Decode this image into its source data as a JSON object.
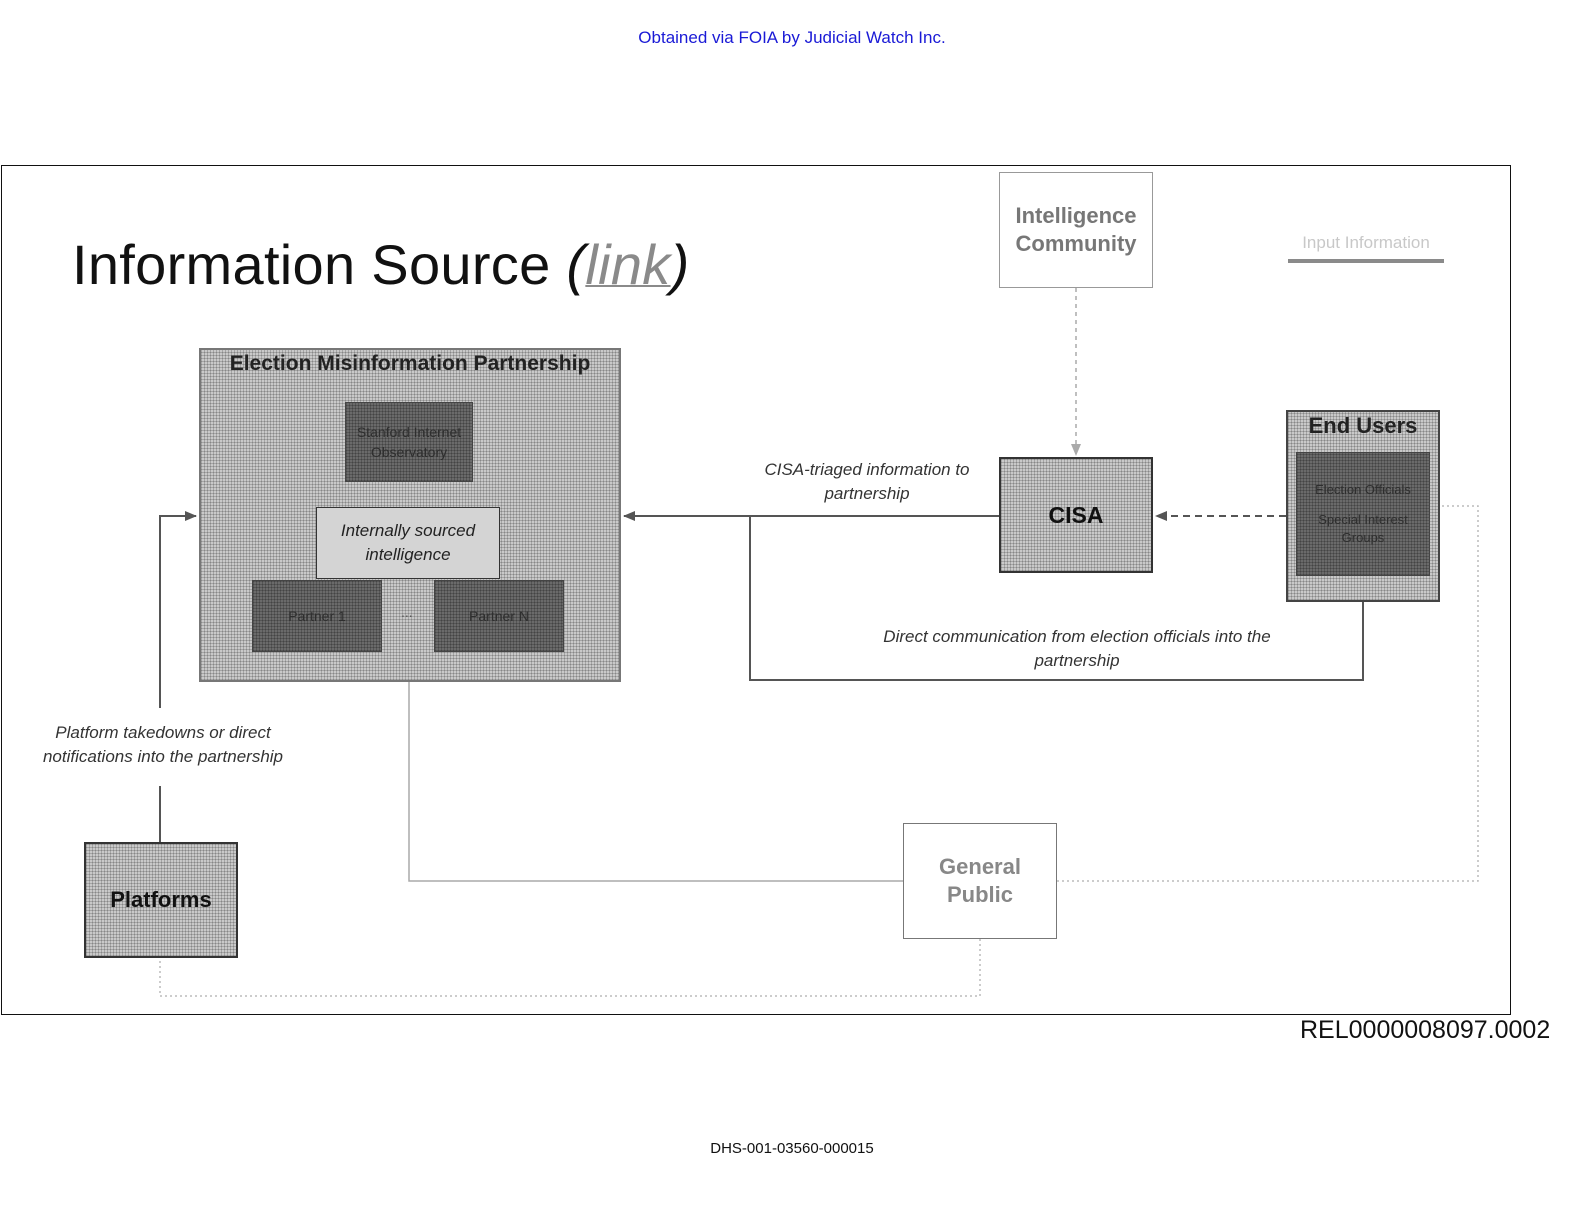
{
  "header": {
    "foia_notice": "Obtained via FOIA by Judicial Watch Inc."
  },
  "slide": {
    "title": "Information Source",
    "title_paren_open": "(",
    "title_link": "link",
    "title_paren_close": ")",
    "legend_label": "Input Information"
  },
  "nodes": {
    "emp": {
      "title": "Election Misinformation Partnership",
      "sio": "Stanford Internet Observatory",
      "internal": "Internally sourced intelligence",
      "partner_1": "Partner 1",
      "ellipsis": "...",
      "partner_n": "Partner N"
    },
    "intelligence_community": "Intelligence Community",
    "cisa": "CISA",
    "end_users": {
      "title": "End Users",
      "election_officials": "Election Officials",
      "special_interest_groups": "Special Interest Groups"
    },
    "platforms": "Platforms",
    "general_public": "General Public"
  },
  "annotations": {
    "cisa_triaged": "CISA-triaged information to partnership",
    "direct_communication": "Direct communication from election officials into the partnership",
    "platform_takedowns": "Platform takedowns or direct notifications into the partnership"
  },
  "footer": {
    "doc_id": "REL0000008097.0002",
    "bates": "DHS-001-03560-000015"
  }
}
